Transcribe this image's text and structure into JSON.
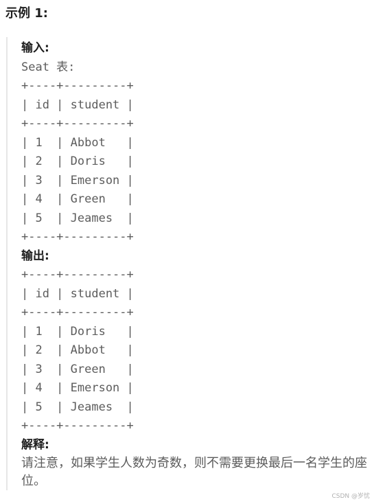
{
  "heading": "示例 1:",
  "input": {
    "label": "输入:",
    "table_name": "Seat 表:",
    "lines": [
      "+----+---------+",
      "| id | student |",
      "+----+---------+",
      "| 1  | Abbot   |",
      "| 2  | Doris   |",
      "| 3  | Emerson |",
      "| 4  | Green   |",
      "| 5  | Jeames  |",
      "+----+---------+"
    ]
  },
  "output": {
    "label": "输出:",
    "lines": [
      "+----+---------+",
      "| id | student |",
      "+----+---------+",
      "| 1  | Doris   |",
      "| 2  | Abbot   |",
      "| 3  | Green   |",
      "| 4  | Emerson |",
      "| 5  | Jeames  |",
      "+----+---------+"
    ]
  },
  "explanation": {
    "label": "解释:",
    "text": "请注意，如果学生人数为奇数，则不需要更换最后一名学生的座位。"
  },
  "watermark": "CSDN @岁忧"
}
